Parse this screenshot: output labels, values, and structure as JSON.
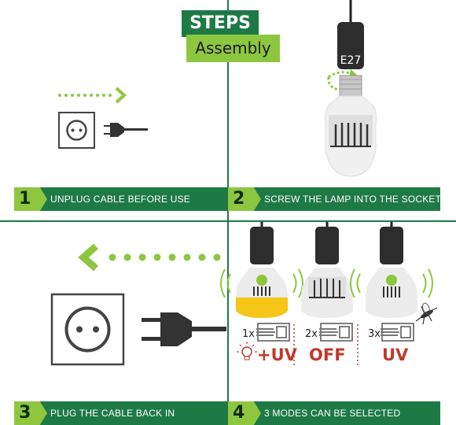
{
  "header": {
    "title": "STEPS",
    "subtitle": "Assembly"
  },
  "steps": [
    {
      "number": "1",
      "text": "UNPLUG CABLE BEFORE USE"
    },
    {
      "number": "2",
      "text": "SCREW THE LAMP INTO THE SOCKET"
    },
    {
      "number": "3",
      "text": "PLUG THE CABLE BACK IN"
    },
    {
      "number": "4",
      "text": "3 MODES CAN BE SELECTED"
    }
  ],
  "socket_label": "E27",
  "modes": [
    {
      "count": "1x",
      "label": "+UV",
      "light": "light-bulb-icon"
    },
    {
      "count": "2x",
      "label": "OFF"
    },
    {
      "count": "3x",
      "label": "UV",
      "insect": "mosquito-icon"
    }
  ],
  "colors": {
    "dark_green": "#1e7a45",
    "light_green": "#8dc63f",
    "accent_green": "#6cbf4a",
    "yellow": "#f5c518",
    "red": "#c0392b"
  }
}
